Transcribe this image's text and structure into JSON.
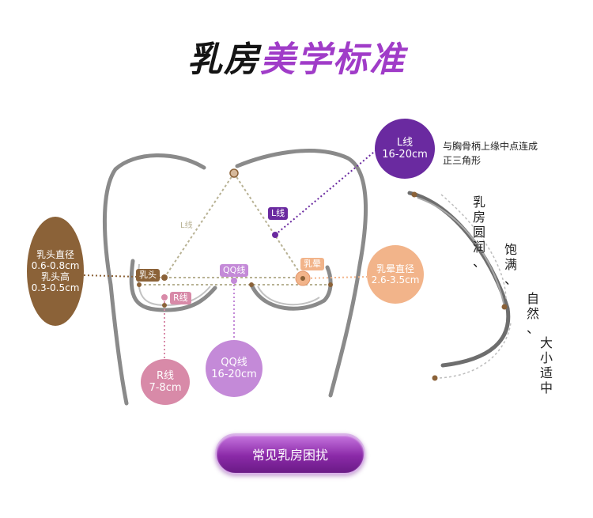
{
  "title": {
    "part1": "乳房",
    "part2": "美学标准"
  },
  "bubbles": {
    "l_line": {
      "line1": "L线",
      "line2": "16-20cm"
    },
    "nipple": {
      "line1": "乳头直径",
      "line2": "0.6-0.8cm",
      "line3": "乳头高",
      "line4": "0.3-0.5cm"
    },
    "areola": {
      "line1": "乳晕直径",
      "line2": "2.6-3.5cm"
    },
    "qq_line": {
      "line1": "QQ线",
      "line2": "16-20cm"
    },
    "r_line": {
      "line1": "R线",
      "line2": "7-8cm"
    }
  },
  "labels": {
    "l_line_faint": "L线",
    "l_line_tag": "L线",
    "nipple_tag": "乳头",
    "r_line_tag": "R线",
    "qq_line_tag": "QQ线",
    "areola_tag": "乳晕"
  },
  "annotations": {
    "l_line_note_1": "与胸骨柄上缘中点连成",
    "l_line_note_2": "正三角形",
    "side_col_1": [
      "乳",
      "房",
      "圆",
      "润",
      "、"
    ],
    "side_col_2": [
      "饱",
      "满",
      "、"
    ],
    "side_col_3": [
      "自",
      "然",
      "、"
    ],
    "side_col_4": [
      "大",
      "小",
      "适",
      "中"
    ]
  },
  "cta_label": "常见乳房困扰",
  "colors": {
    "brand_purple": "#a03cc8",
    "l_line": "#6a2aa0",
    "nipple": "#8b6238",
    "areola": "#f2b48a",
    "qq_line": "#c48ad8",
    "r_line": "#d88aa8",
    "body_outline": "#8a8a8a"
  }
}
